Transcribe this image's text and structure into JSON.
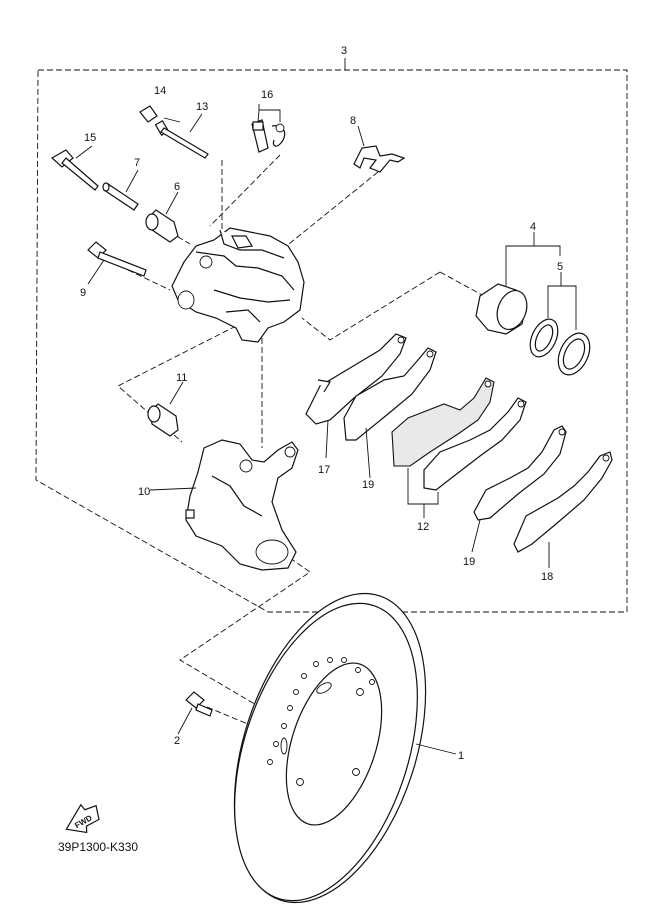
{
  "callouts": {
    "c1": "1",
    "c2": "2",
    "c3": "3",
    "c4": "4",
    "c5": "5",
    "c6": "6",
    "c7": "7",
    "c8": "8",
    "c9": "9",
    "c10": "10",
    "c11": "11",
    "c12": "12",
    "c13": "13",
    "c14": "14",
    "c15": "15",
    "c16": "16",
    "c17": "17",
    "c18": "18",
    "c19a": "19",
    "c19b": "19"
  },
  "fwd_label": "FWD",
  "diagram_code": "39P1300-K330"
}
